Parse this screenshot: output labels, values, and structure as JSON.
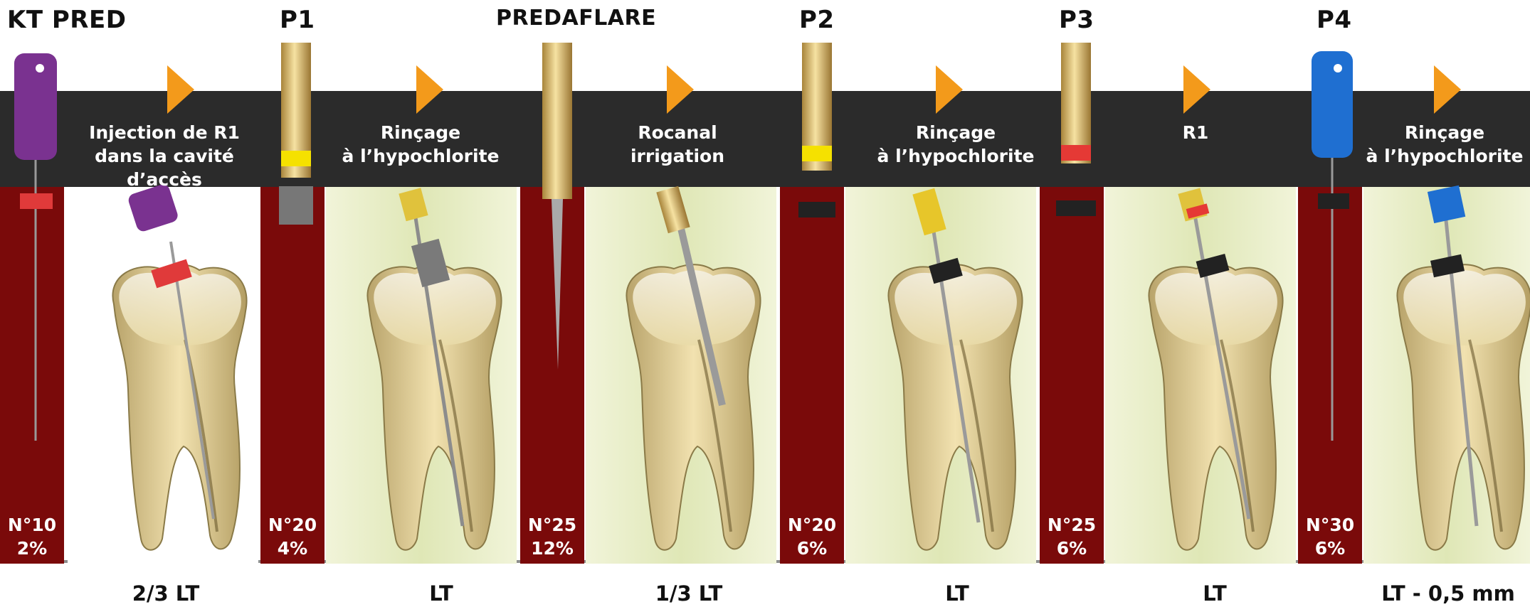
{
  "files": [
    {
      "title": "KT PRED",
      "number": "N°10",
      "taper": "2%",
      "handle_color": "#7a3290",
      "stop_color": "#e03a3a"
    },
    {
      "title": "P1",
      "number": "N°20",
      "taper": "4%",
      "handle_color": "#d9b45a",
      "band_color": "#f5e100",
      "stop_color": "#555555"
    },
    {
      "title": "PREDAFLARE",
      "number": "N°25",
      "taper": "12%",
      "handle_color": "#d9b45a"
    },
    {
      "title": "P2",
      "number": "N°20",
      "taper": "6%",
      "handle_color": "#d9b45a",
      "band_color": "#f5e100",
      "stop_color": "#222222"
    },
    {
      "title": "P3",
      "number": "N°25",
      "taper": "6%",
      "handle_color": "#d9b45a",
      "band_color": "#e53935",
      "stop_color": "#222222"
    },
    {
      "title": "P4",
      "number": "N°30",
      "taper": "6%",
      "handle_color": "#1f6fd1",
      "stop_color": "#222222"
    }
  ],
  "steps": [
    {
      "line1": "Injection de R1",
      "line2": "dans la cavité d’accès",
      "depth": "2/3 LT"
    },
    {
      "line1": "Rinçage",
      "line2": "à l’hypochlorite",
      "depth": "LT"
    },
    {
      "line1": "Rocanal",
      "line2": "irrigation",
      "depth": "1/3 LT"
    },
    {
      "line1": "Rinçage",
      "line2": "à l’hypochlorite",
      "depth": "LT"
    },
    {
      "line1": "R1",
      "line2": "",
      "depth": "LT"
    },
    {
      "line1": "Rinçage",
      "line2": "à l’hypochlorite",
      "depth": "LT - 0,5 mm"
    }
  ],
  "colors": {
    "accent_arrow": "#f39a1b",
    "band": "#2b2b2b",
    "file_column": "#7a0a0a"
  }
}
